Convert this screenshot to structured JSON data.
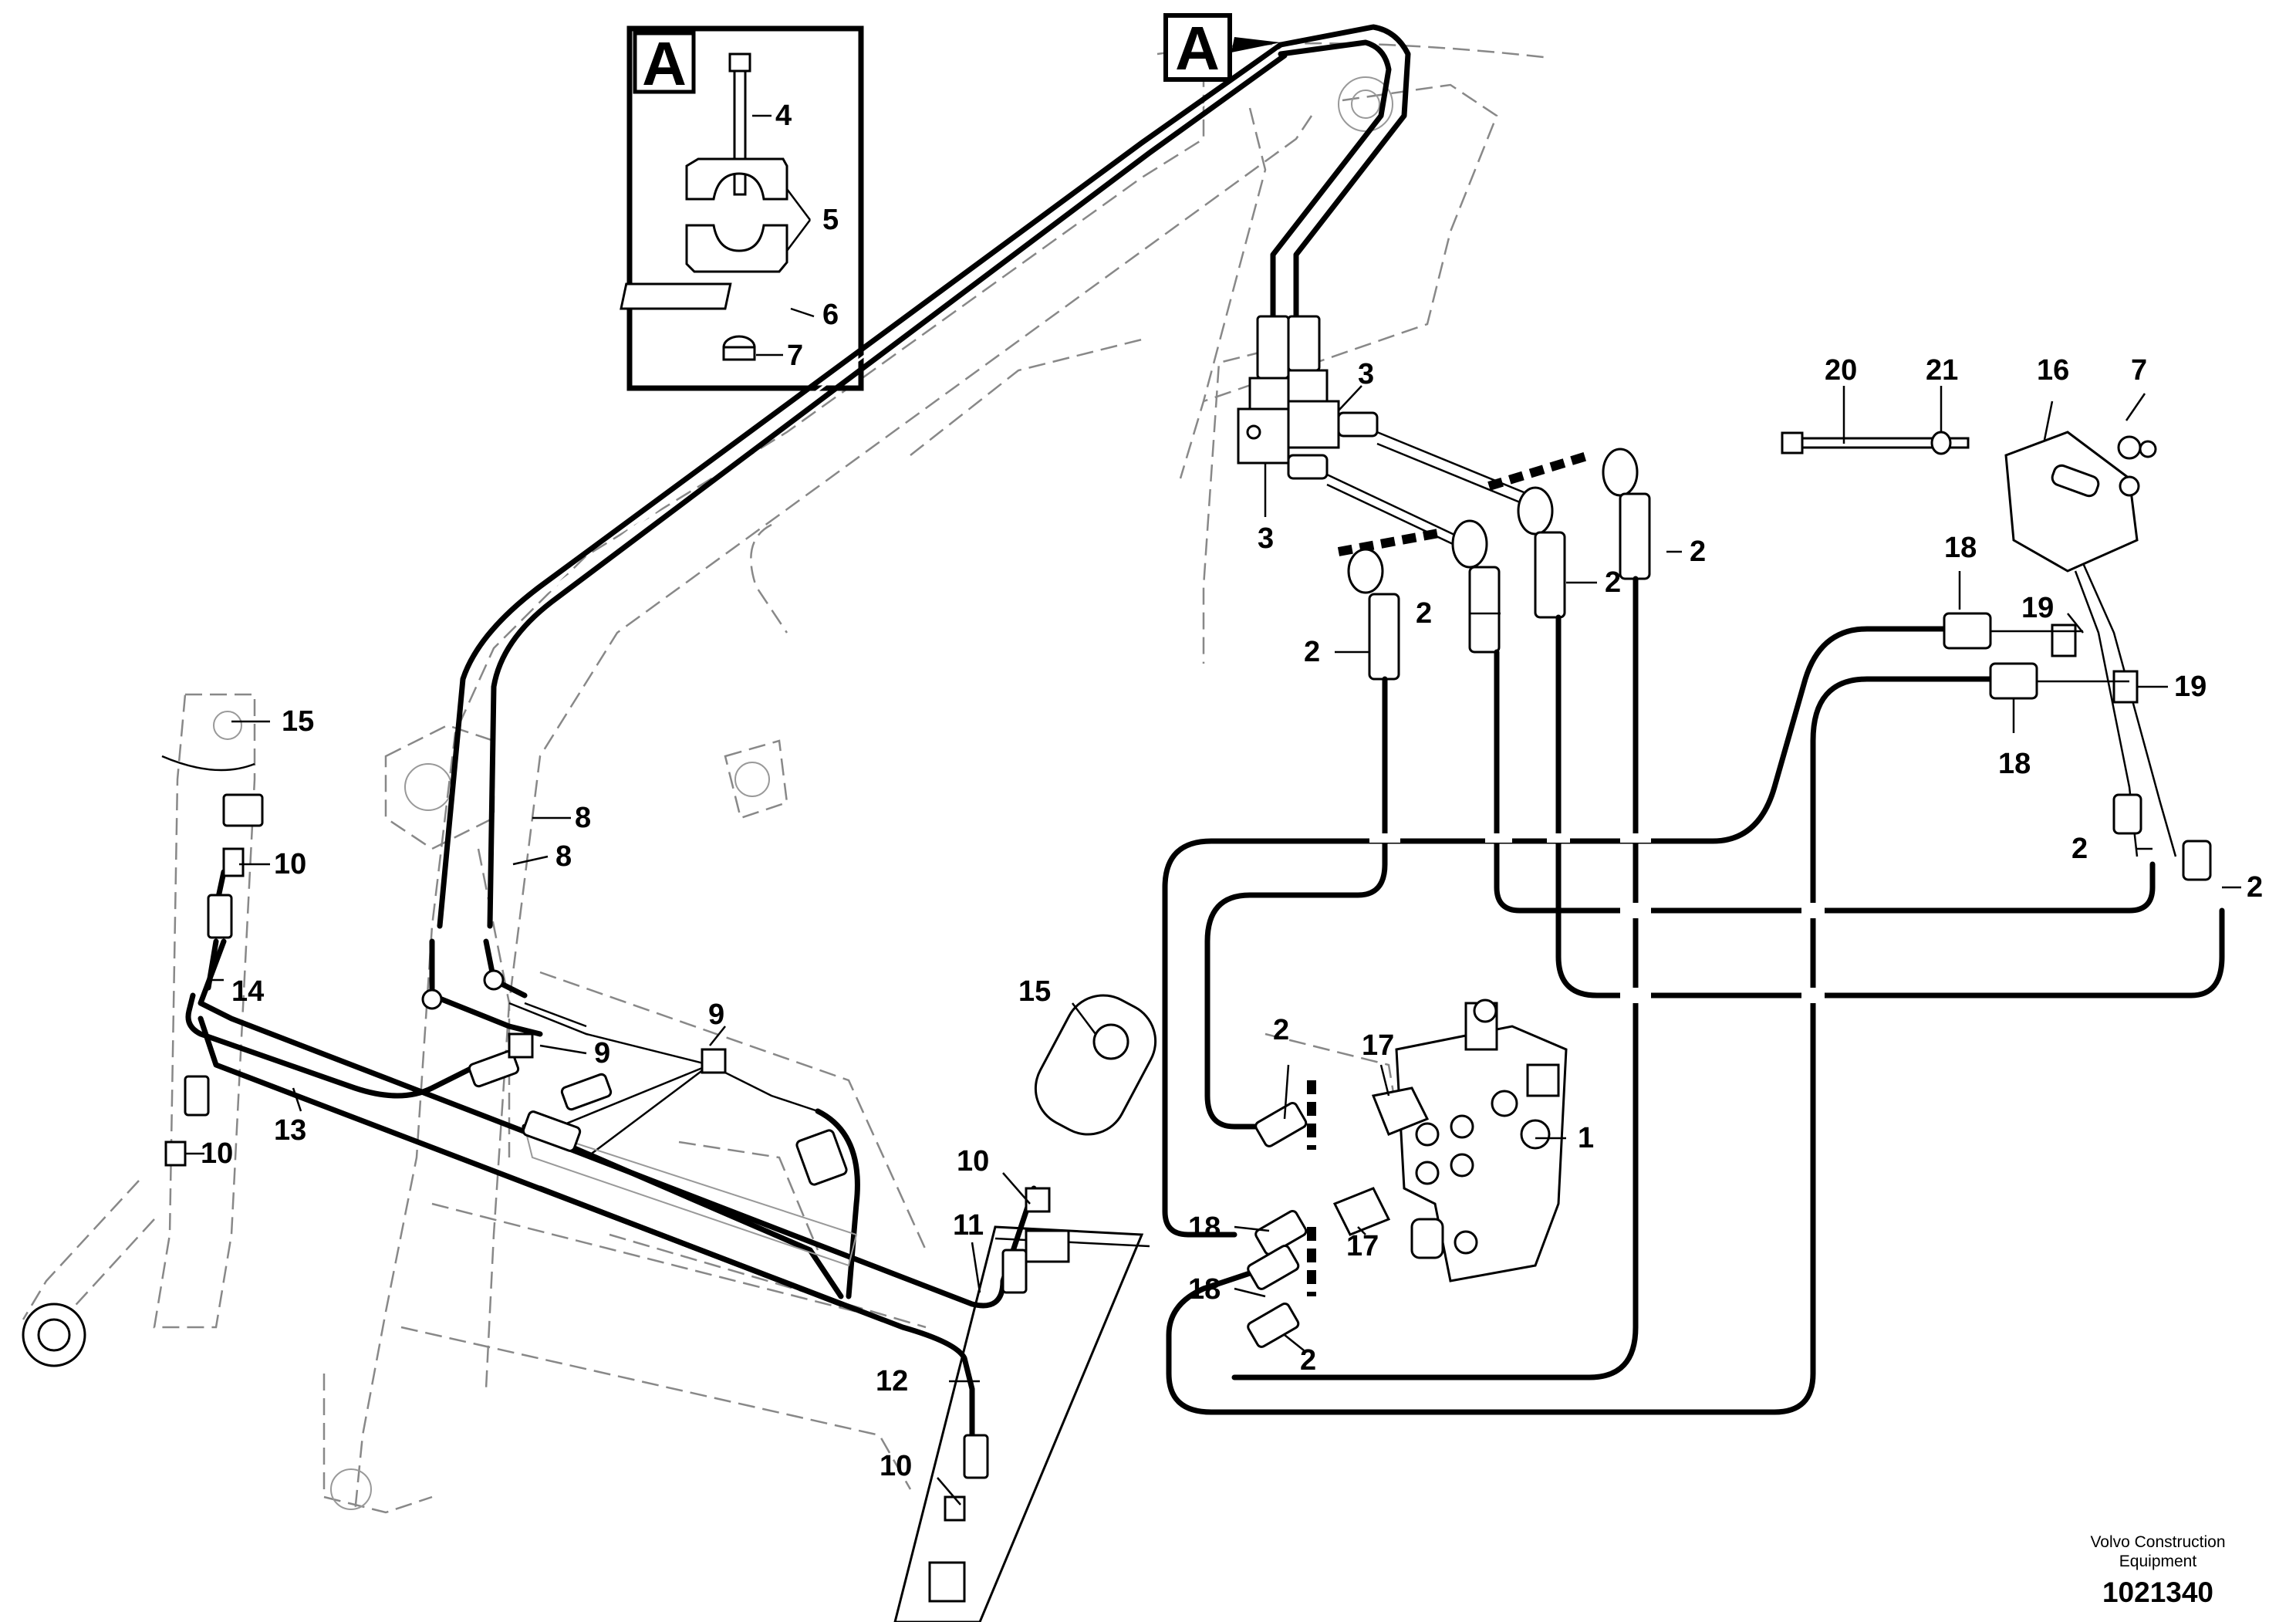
{
  "inset": {
    "box_letter": "A",
    "labels": {
      "bolt": "4",
      "clamp": "5",
      "plate": "6",
      "nut": "7"
    }
  },
  "main": {
    "view_marker": "A",
    "labels": {
      "valve": "1",
      "hose_a": "2",
      "hose_b": "2",
      "hose_c": "2",
      "hose_d": "2",
      "hose_e": "2",
      "hose_f": "2",
      "hose_g": "2",
      "hose_h": "2",
      "hose_i": "2",
      "adapter_upper": "3",
      "adapter_lower": "3",
      "cover_nut": "7",
      "pipe_upper": "8",
      "pipe_lower": "8",
      "tee_left": "9",
      "tee_right": "9",
      "union_a": "10",
      "union_b": "10",
      "union_c": "10",
      "union_d": "10",
      "hose_11": "11",
      "hose_12": "12",
      "hose_13": "13",
      "hose_14": "14",
      "cylinder_left": "15",
      "cylinder_right": "15",
      "cover": "16",
      "elbow_upper": "17",
      "elbow_lower": "17",
      "hose18_a": "18",
      "hose18_b": "18",
      "hose18_c": "18",
      "hose18_d": "18",
      "tee19_a": "19",
      "tee19_b": "19",
      "screw": "20",
      "washer": "21"
    }
  },
  "footer": {
    "manufacturer_line1": "Volvo Construction",
    "manufacturer_line2": "Equipment",
    "document_number": "1021340"
  }
}
